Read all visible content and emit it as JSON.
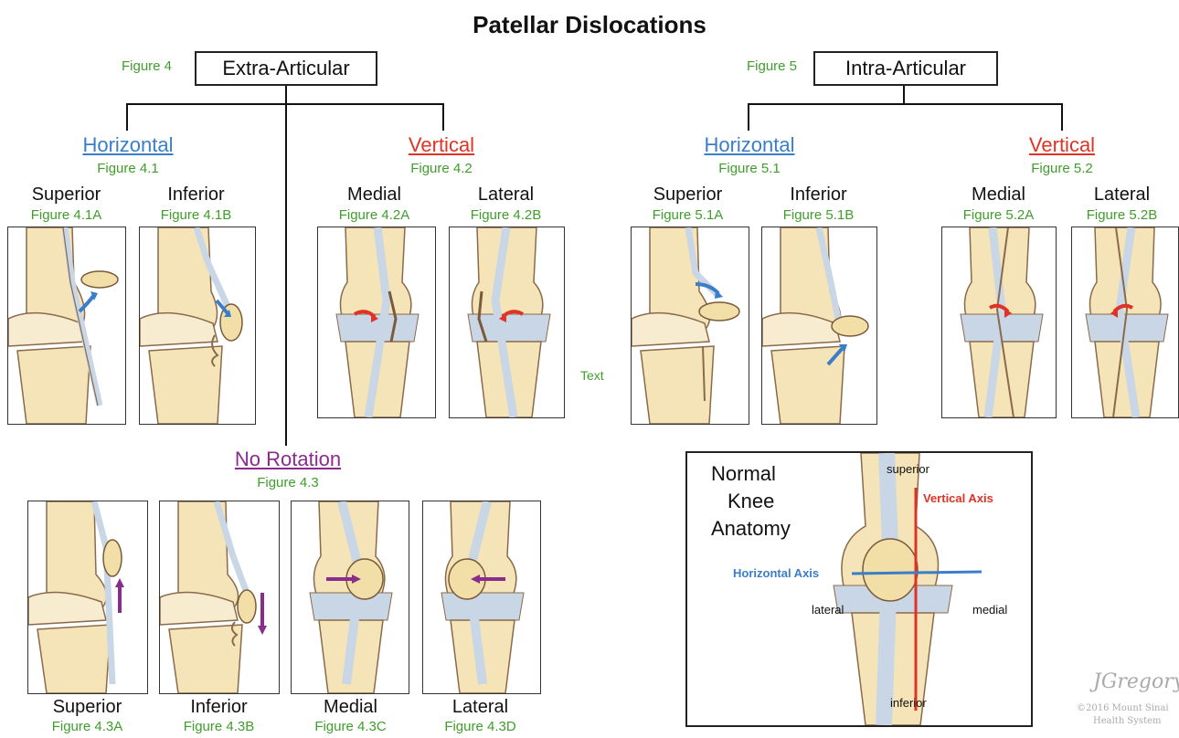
{
  "title": "Patellar Dislocations",
  "extra": {
    "fig": "Figure 4",
    "label": "Extra-Articular",
    "horizontal": {
      "title": "Horizontal",
      "fig": "Figure 4.1",
      "superior": {
        "label": "Superior",
        "fig": "Figure 4.1A"
      },
      "inferior": {
        "label": "Inferior",
        "fig": "Figure 4.1B"
      }
    },
    "vertical": {
      "title": "Vertical",
      "fig": "Figure 4.2",
      "medial": {
        "label": "Medial",
        "fig": "Figure 4.2A"
      },
      "lateral": {
        "label": "Lateral",
        "fig": "Figure 4.2B"
      }
    },
    "norotation": {
      "title": "No Rotation",
      "fig": "Figure 4.3",
      "superior": {
        "label": "Superior",
        "fig": "Figure 4.3A"
      },
      "inferior": {
        "label": "Inferior",
        "fig": "Figure 4.3B"
      },
      "medial": {
        "label": "Medial",
        "fig": "Figure 4.3C"
      },
      "lateral": {
        "label": "Lateral",
        "fig": "Figure 4.3D"
      }
    }
  },
  "intra": {
    "fig": "Figure 5",
    "label": "Intra-Articular",
    "horizontal": {
      "title": "Horizontal",
      "fig": "Figure 5.1",
      "superior": {
        "label": "Superior",
        "fig": "Figure 5.1A"
      },
      "inferior": {
        "label": "Inferior",
        "fig": "Figure 5.1B"
      }
    },
    "vertical": {
      "title": "Vertical",
      "fig": "Figure 5.2",
      "medial": {
        "label": "Medial",
        "fig": "Figure 5.2A"
      },
      "lateral": {
        "label": "Lateral",
        "fig": "Figure 5.2B"
      }
    }
  },
  "stray_text": "Text",
  "normal": {
    "title_line1": "Normal",
    "title_line2": "Knee",
    "title_line3": "Anatomy",
    "superior": "superior",
    "inferior": "inferior",
    "lateral": "lateral",
    "medial": "medial",
    "vertical_axis": "Vertical Axis",
    "horizontal_axis": "Horizontal Axis"
  },
  "signature": "JGregory",
  "copyright_line1": "©2016 Mount Sinai",
  "copyright_line2": "Health System",
  "colors": {
    "horizontal": "#3a7dc9",
    "vertical": "#e03325",
    "norotation": "#8a2b8e",
    "figure": "#3f9e2b",
    "bone": "#f4e4b8",
    "cartilage": "#c9d6e6",
    "tendon": "#8a6a4a"
  }
}
